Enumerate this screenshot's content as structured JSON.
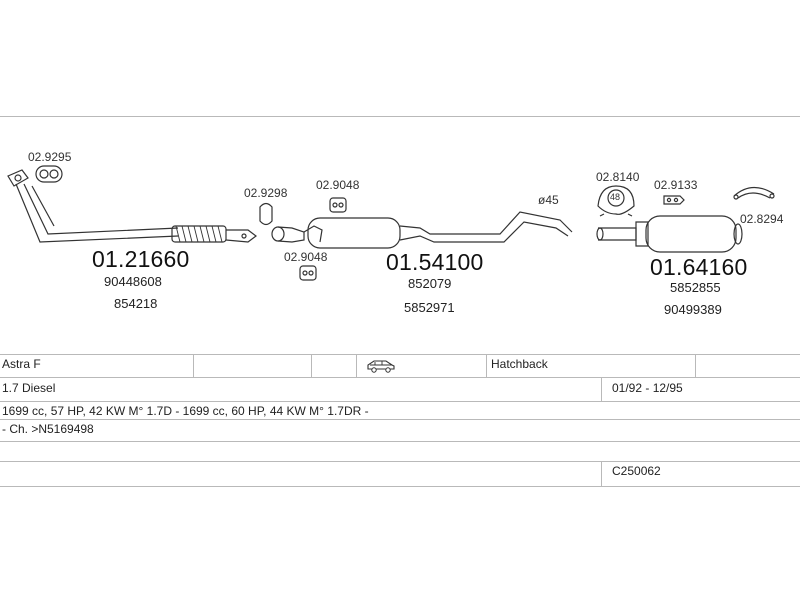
{
  "diagram": {
    "front_section": {
      "part_number": "01.21660",
      "oem_numbers": [
        "90448608",
        "854218"
      ],
      "gasket": "02.9295"
    },
    "middle_section": {
      "part_number": "01.54100",
      "oem_numbers": [
        "852079",
        "5852971"
      ],
      "clamp": "02.9298",
      "rubber_mount_top": "02.9048",
      "rubber_mount_bottom": "02.9048",
      "pipe_diameter": "ø45"
    },
    "rear_section": {
      "part_number": "01.64160",
      "oem_numbers": [
        "5852855",
        "90499389"
      ],
      "rubber_ring": "02.8140",
      "ring_size": "48",
      "mount": "02.9133",
      "strap": "02.8294"
    }
  },
  "vehicle": {
    "model": "Astra F",
    "body_type": "Hatchback",
    "engine": "1.7 Diesel",
    "years": "01/92 - 12/95",
    "details": "1699 cc, 57 HP, 42 KW M° 1.7D - 1699 cc, 60 HP, 44 KW M° 1.7DR -",
    "chassis": "- Ch. >N5169498",
    "catalog_code": "C250062"
  },
  "icons": [
    "car-hatchback-icon"
  ]
}
